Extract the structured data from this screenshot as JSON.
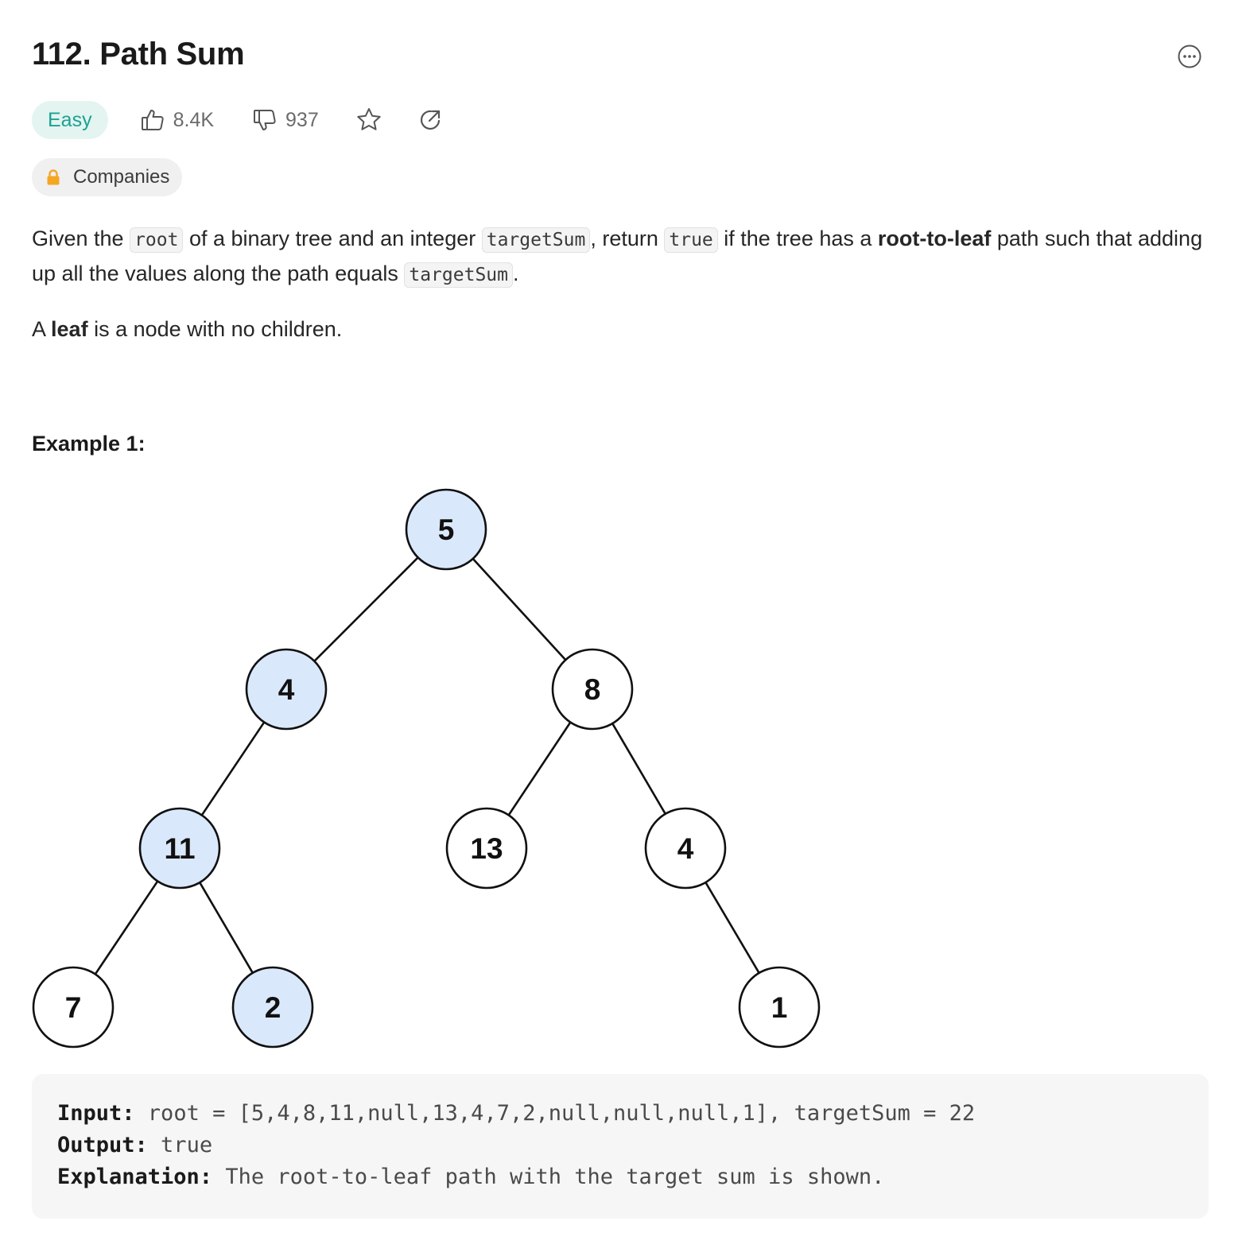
{
  "problem": {
    "title": "112. Path Sum",
    "difficulty": "Easy",
    "likes": "8.4K",
    "dislikes": "937",
    "companies_label": "Companies"
  },
  "icons": {
    "more": "more-options-icon",
    "like": "thumbs-up-icon",
    "dislike": "thumbs-down-icon",
    "favorite": "star-icon",
    "share": "share-icon",
    "companies": "lock-icon"
  },
  "colors": {
    "easy_text": "#1ba392",
    "easy_bg": "#e3f4f1",
    "lock": "#f5a623",
    "path_node": "#dae8fc"
  },
  "description": {
    "p1_a": "Given the ",
    "code_root": "root",
    "p1_b": " of a binary tree and an integer ",
    "code_target": "targetSum",
    "p1_c": ", return ",
    "code_true": "true",
    "p1_d": " if the tree has a ",
    "bold_root_to_leaf": "root-to-leaf",
    "p1_e": " path such that adding up all the values along the path equals ",
    "code_target_2": "targetSum",
    "p1_f": ".",
    "p2_a": "A ",
    "bold_leaf": "leaf",
    "p2_b": " is a node with no children."
  },
  "example": {
    "title": "Example 1:",
    "input_label": "Input:",
    "input_value": " root = [5,4,8,11,null,13,4,7,2,null,null,null,1], targetSum = 22",
    "output_label": "Output:",
    "output_value": " true",
    "explanation_label": "Explanation:",
    "explanation_value": " The root-to-leaf path with the target sum is shown."
  },
  "tree": {
    "nodes": [
      {
        "label": "5",
        "on_path": true
      },
      {
        "label": "4",
        "on_path": true
      },
      {
        "label": "8",
        "on_path": false
      },
      {
        "label": "11",
        "on_path": true
      },
      {
        "label": "13",
        "on_path": false
      },
      {
        "label": "4",
        "on_path": false
      },
      {
        "label": "7",
        "on_path": false
      },
      {
        "label": "2",
        "on_path": true
      },
      {
        "label": "1",
        "on_path": false
      }
    ]
  }
}
